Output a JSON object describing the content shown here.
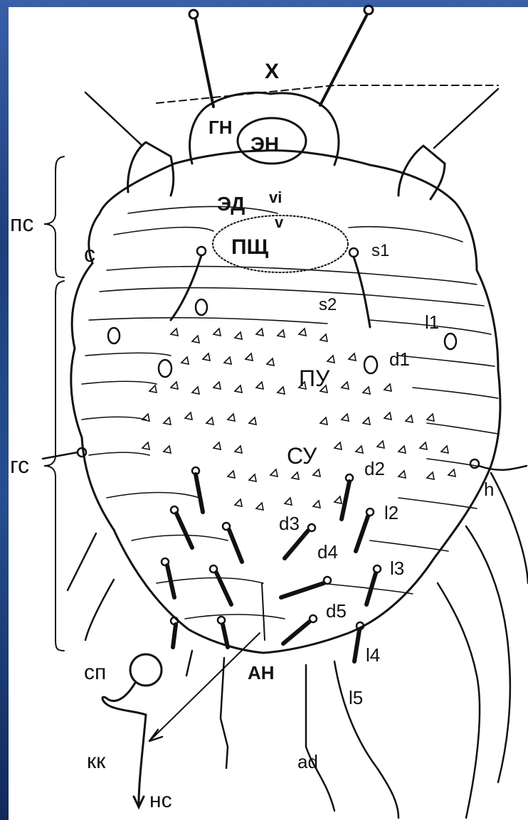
{
  "figure": {
    "colors": {
      "background_blue": "#1d3f7a",
      "ink": "#111111",
      "paper": "#ffffff"
    },
    "labels": {
      "x": "Х",
      "gn": "ГН",
      "en": "ЭН",
      "vi": "vi",
      "ed": "ЭД",
      "v": "v",
      "psh": "ПЩ",
      "ps_bracket": "пс",
      "s": "с",
      "s1": "s1",
      "s2": "s2",
      "l1": "l1",
      "d1": "d1",
      "pu": "ПУ",
      "gs_bracket": "гс",
      "su": "СУ",
      "d2": "d2",
      "h": "h",
      "l2": "l2",
      "d3": "d3",
      "d4": "d4",
      "l3": "l3",
      "d5": "d5",
      "l4": "l4",
      "an": "АН",
      "sp": "сп",
      "l5": "l5",
      "ad": "ad",
      "kk": "кк",
      "ns": "нс"
    }
  }
}
